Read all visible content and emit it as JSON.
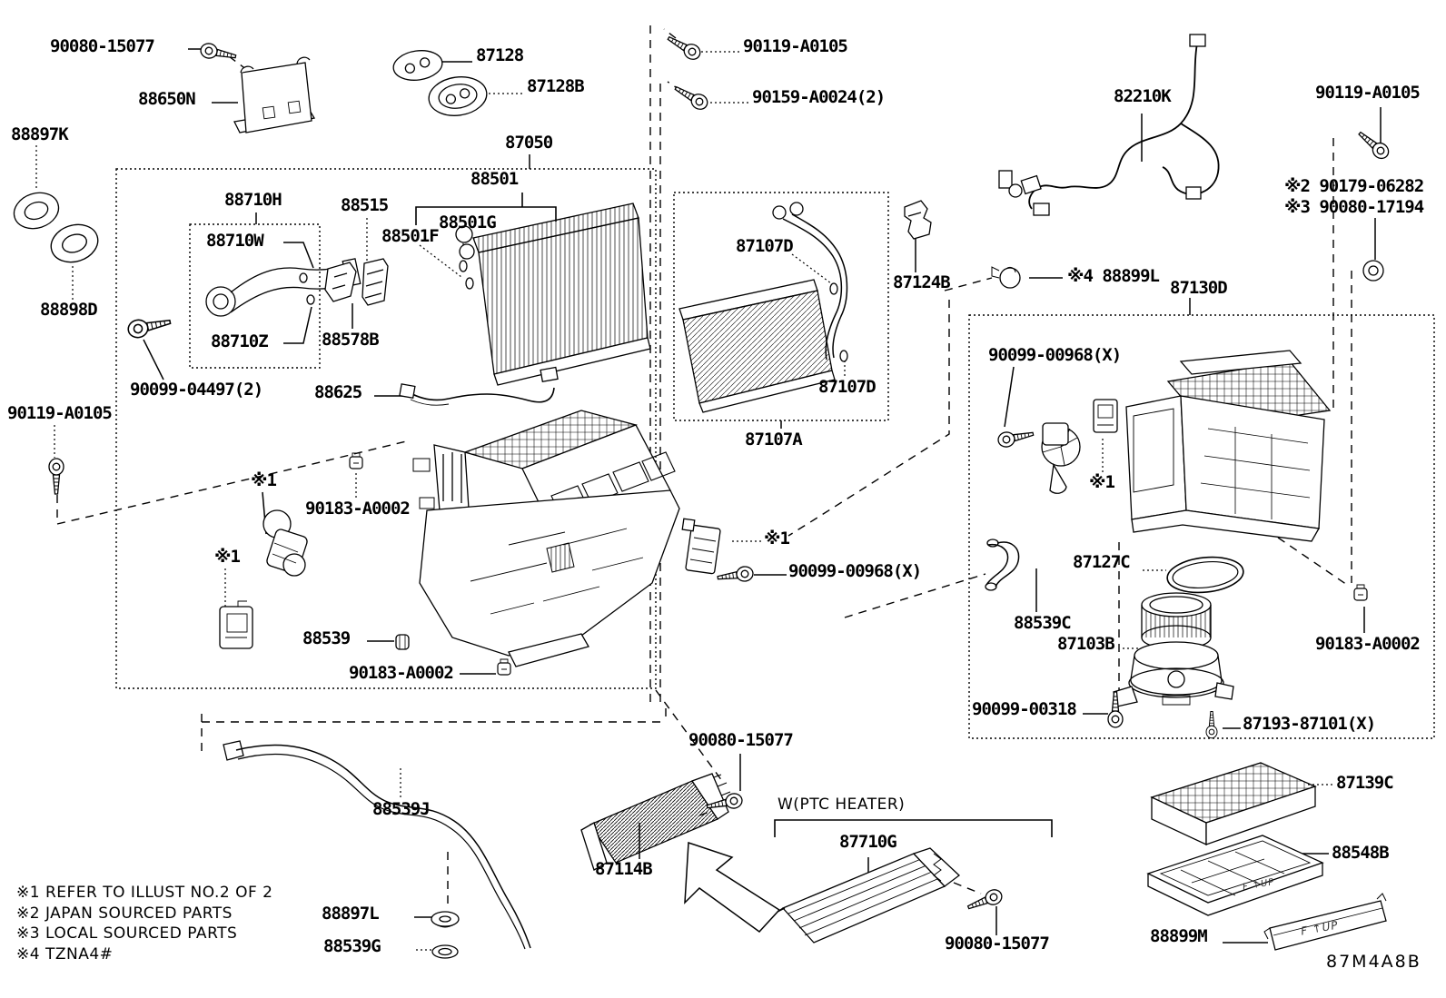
{
  "figure_code": "87M4A8B",
  "legend_notes": [
    "※1 REFER TO ILLUST NO.2 OF 2",
    "※2 JAPAN SOURCED PARTS",
    "※3 LOCAL SOURCED PARTS",
    "※4 TZNA4#"
  ],
  "group_note": "W(PTC HEATER)",
  "stamp_texts": {
    "tray": "F ↑UP",
    "cover": "F ↑UP"
  },
  "part_labels": {
    "a90080_tl": "90080-15077",
    "a88650N": "88650N",
    "a88897K": "88897K",
    "a88898D": "88898D",
    "a87128": "87128",
    "a87128B": "87128B",
    "a87050": "87050",
    "a88501": "88501",
    "a88710H": "88710H",
    "a88710W": "88710W",
    "a88710Z": "88710Z",
    "a88515": "88515",
    "a88501G": "88501G",
    "a88501F": "88501F",
    "a88578B": "88578B",
    "a90099_04497": "90099-04497(2)",
    "a88625": "88625",
    "a90119_left": "90119-A0105",
    "ref1_a": "※1",
    "ref1_b": "※1",
    "a90183_a": "90183-A0002",
    "a88539": "88539",
    "a90183_b": "90183-A0002",
    "a90119_mid": "90119-A0105",
    "a90159": "90159-A0024(2)",
    "a87107D_a": "87107D",
    "a87124B": "87124B",
    "a87107D_b": "87107D",
    "a87107A": "87107A",
    "a82210K": "82210K",
    "a90119_right": "90119-A0105",
    "ref2": "※2 90179-06282",
    "ref3": "※3 90080-17194",
    "ref4_88899L": "※4 88899L",
    "a87130D": "87130D",
    "a90099_00968_r": "90099-00968(X)",
    "ref1_r": "※1",
    "a87127C": "87127C",
    "a88539C": "88539C",
    "a87103B": "87103B",
    "a90099_00318": "90099-00318",
    "a87193": "87193-87101(X)",
    "a90183_r": "90183-A0002",
    "ref1_m": "※1",
    "a90099_00968_m": "90099-00968(X)",
    "a90080_mid": "90080-15077",
    "a88539J": "88539J",
    "a87114B": "87114B",
    "a87710G": "87710G",
    "a90080_bot": "90080-15077",
    "a87139C": "87139C",
    "a88548B": "88548B",
    "a88899M": "88899M",
    "a88897L": "88897L",
    "a88539G": "88539G"
  }
}
